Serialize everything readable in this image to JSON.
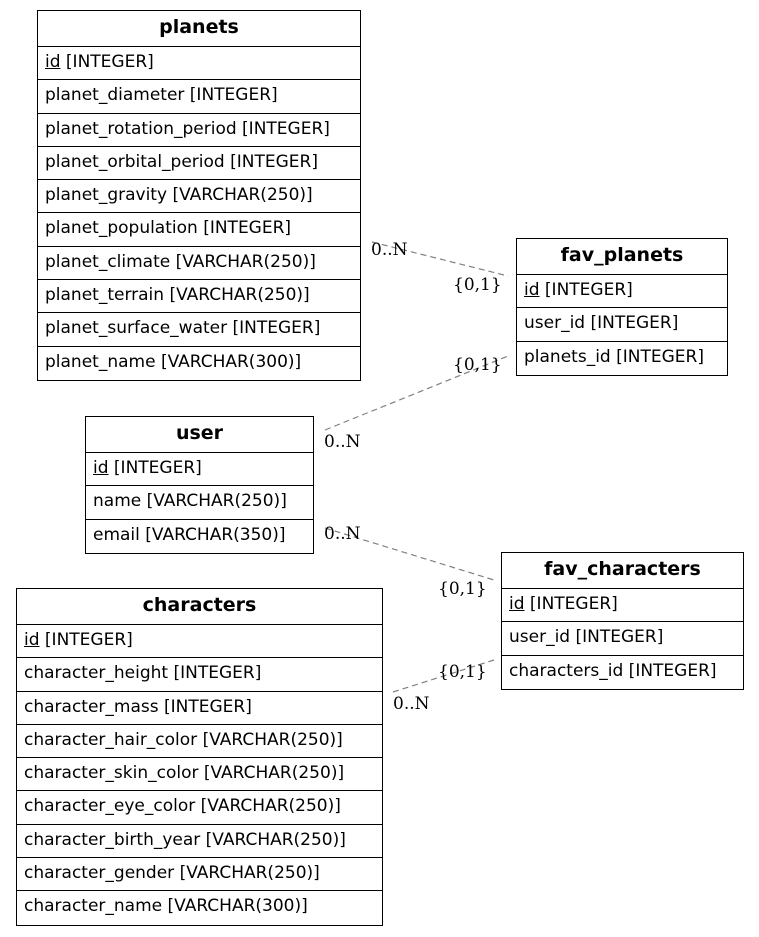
{
  "entities": {
    "planets": {
      "title": "planets",
      "fields": [
        {
          "pk": "id",
          "rest": " [INTEGER]"
        },
        {
          "pk": "",
          "rest": "planet_diameter [INTEGER]"
        },
        {
          "pk": "",
          "rest": "planet_rotation_period [INTEGER]"
        },
        {
          "pk": "",
          "rest": "planet_orbital_period [INTEGER]"
        },
        {
          "pk": "",
          "rest": "planet_gravity [VARCHAR(250)]"
        },
        {
          "pk": "",
          "rest": "planet_population [INTEGER]"
        },
        {
          "pk": "",
          "rest": "planet_climate [VARCHAR(250)]"
        },
        {
          "pk": "",
          "rest": "planet_terrain [VARCHAR(250)]"
        },
        {
          "pk": "",
          "rest": "planet_surface_water [INTEGER]"
        },
        {
          "pk": "",
          "rest": "planet_name [VARCHAR(300)]"
        }
      ]
    },
    "fav_planets": {
      "title": "fav_planets",
      "fields": [
        {
          "pk": "id",
          "rest": " [INTEGER]"
        },
        {
          "pk": "",
          "rest": "user_id [INTEGER]"
        },
        {
          "pk": "",
          "rest": "planets_id [INTEGER]"
        }
      ]
    },
    "user": {
      "title": "user",
      "fields": [
        {
          "pk": "id",
          "rest": " [INTEGER]"
        },
        {
          "pk": "",
          "rest": "name [VARCHAR(250)]"
        },
        {
          "pk": "",
          "rest": "email [VARCHAR(350)]"
        }
      ]
    },
    "fav_characters": {
      "title": "fav_characters",
      "fields": [
        {
          "pk": "id",
          "rest": " [INTEGER]"
        },
        {
          "pk": "",
          "rest": "user_id [INTEGER]"
        },
        {
          "pk": "",
          "rest": "characters_id [INTEGER]"
        }
      ]
    },
    "characters": {
      "title": "characters",
      "fields": [
        {
          "pk": "id",
          "rest": " [INTEGER]"
        },
        {
          "pk": "",
          "rest": "character_height [INTEGER]"
        },
        {
          "pk": "",
          "rest": "character_mass [INTEGER]"
        },
        {
          "pk": "",
          "rest": "character_hair_color [VARCHAR(250)]"
        },
        {
          "pk": "",
          "rest": "character_skin_color [VARCHAR(250)]"
        },
        {
          "pk": "",
          "rest": "character_eye_color [VARCHAR(250)]"
        },
        {
          "pk": "",
          "rest": "character_birth_year [VARCHAR(250)]"
        },
        {
          "pk": "",
          "rest": "character_gender [VARCHAR(250)]"
        },
        {
          "pk": "",
          "rest": "character_name [VARCHAR(300)]"
        }
      ]
    }
  },
  "relations": [
    {
      "from": "planets",
      "to": "fav_planets",
      "from_card": "0..N",
      "to_card": "{0,1}"
    },
    {
      "from": "user",
      "to": "fav_planets",
      "from_card": "0..N",
      "to_card": "{0,1}"
    },
    {
      "from": "user",
      "to": "fav_characters",
      "from_card": "0..N",
      "to_card": "{0,1}"
    },
    {
      "from": "characters",
      "to": "fav_characters",
      "from_card": "0..N",
      "to_card": "{0,1}"
    }
  ],
  "colors": {
    "line": "#808080",
    "border": "#000000"
  }
}
